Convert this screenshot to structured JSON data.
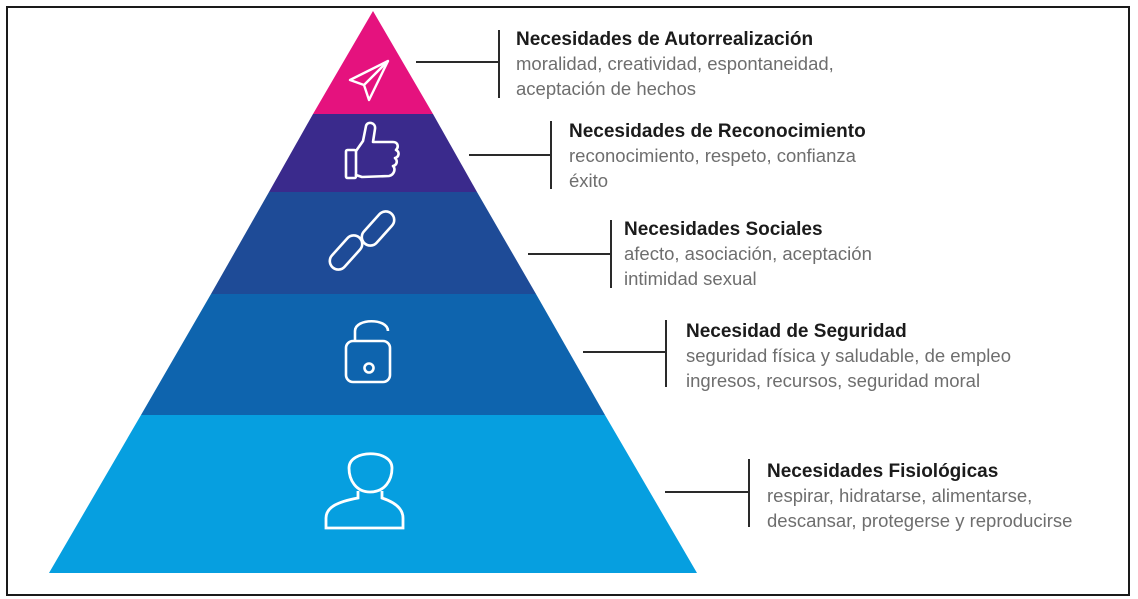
{
  "levels": [
    {
      "title": "Necesidades de Autorrealización",
      "lines": [
        "moralidad, creatividad, espontaneidad,",
        "aceptación de hechos"
      ],
      "color": "#E5127E",
      "icon": "paper-plane-icon"
    },
    {
      "title": "Necesidades de Reconocimiento",
      "lines": [
        "reconocimiento, respeto, confianza",
        "éxito"
      ],
      "color": "#3A2A8C",
      "icon": "thumbs-up-icon"
    },
    {
      "title": "Necesidades Sociales",
      "lines": [
        "afecto, asociación, aceptación",
        "intimidad sexual"
      ],
      "color": "#1E4B97",
      "icon": "chain-link-icon"
    },
    {
      "title": "Necesidad de Seguridad",
      "lines": [
        "seguridad física y saludable, de empleo",
        "ingresos, recursos, seguridad moral"
      ],
      "color": "#0E64AE",
      "icon": "padlock-icon"
    },
    {
      "title": "Necesidades Fisiológicas",
      "lines": [
        "respirar, hidratarse, alimentarse,",
        "descansar, protegerse y reproducirse"
      ],
      "color": "#069FE0",
      "icon": "person-icon"
    }
  ]
}
